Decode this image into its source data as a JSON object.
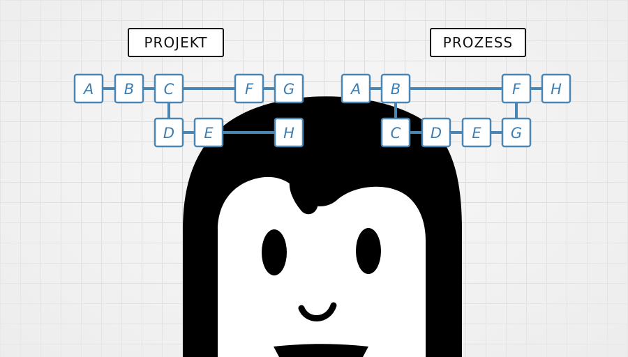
{
  "colors": {
    "node_stroke": "#4a86b4",
    "node_text": "#3d7db0",
    "hair": "#000000",
    "skin": "#ffffff"
  },
  "projekt": {
    "title": "PROJEKT",
    "nodes": [
      {
        "id": "pA",
        "label": "A"
      },
      {
        "id": "pB",
        "label": "B"
      },
      {
        "id": "pC",
        "label": "C"
      },
      {
        "id": "pF",
        "label": "F"
      },
      {
        "id": "pG",
        "label": "G"
      },
      {
        "id": "pD",
        "label": "D"
      },
      {
        "id": "pE",
        "label": "E"
      },
      {
        "id": "pH",
        "label": "H"
      }
    ],
    "edges": [
      [
        "pA",
        "pB"
      ],
      [
        "pB",
        "pC"
      ],
      [
        "pC",
        "pF"
      ],
      [
        "pF",
        "pG"
      ],
      [
        "pC",
        "pD"
      ],
      [
        "pD",
        "pE"
      ],
      [
        "pE",
        "pH"
      ]
    ]
  },
  "prozess": {
    "title": "PROZESS",
    "nodes": [
      {
        "id": "zA",
        "label": "A"
      },
      {
        "id": "zB",
        "label": "B"
      },
      {
        "id": "zF",
        "label": "F"
      },
      {
        "id": "zH",
        "label": "H"
      },
      {
        "id": "zC",
        "label": "C"
      },
      {
        "id": "zD",
        "label": "D"
      },
      {
        "id": "zE",
        "label": "E"
      },
      {
        "id": "zG",
        "label": "G"
      }
    ],
    "edges": [
      [
        "zA",
        "zB"
      ],
      [
        "zB",
        "zF"
      ],
      [
        "zF",
        "zH"
      ],
      [
        "zB",
        "zC"
      ],
      [
        "zC",
        "zD"
      ],
      [
        "zD",
        "zE"
      ],
      [
        "zE",
        "zG"
      ],
      [
        "zG",
        "zF"
      ]
    ]
  }
}
